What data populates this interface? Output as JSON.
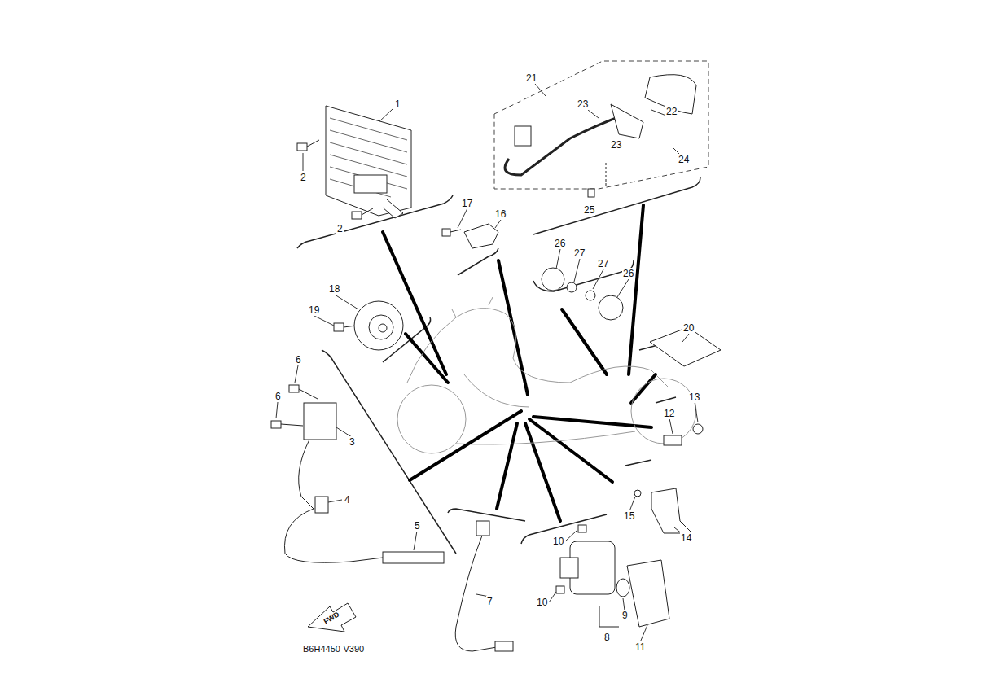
{
  "diagram": {
    "labels": [
      "21",
      "1",
      "23",
      "22",
      "2",
      "23",
      "24",
      "2",
      "17",
      "16",
      "25",
      "26",
      "27",
      "27",
      "26",
      "18",
      "19",
      "20",
      "6",
      "13",
      "6",
      "12",
      "3",
      "4",
      "5",
      "15",
      "14",
      "10",
      "10",
      "7",
      "8",
      "9",
      "11",
      "FWD",
      "B6H4450-V390"
    ]
  }
}
